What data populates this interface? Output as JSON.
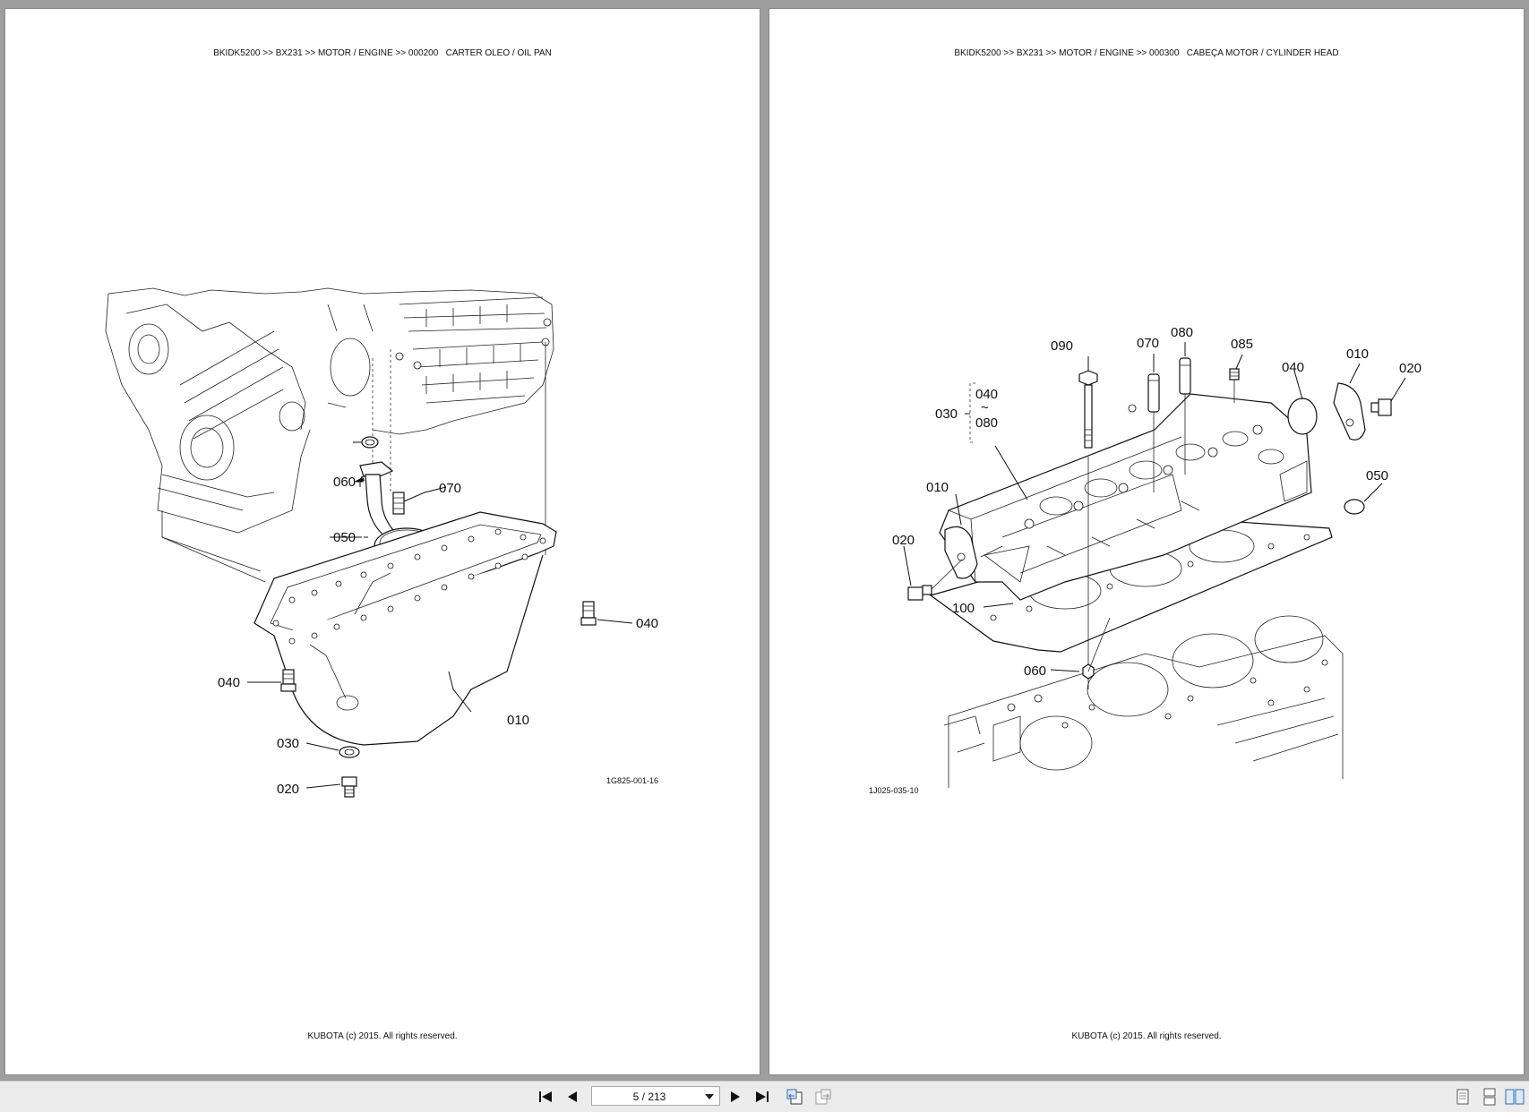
{
  "pages": [
    {
      "header": "BKIDK5200 >> BX231 >> MOTOR / ENGINE >> 000200   CARTER OLEO / OIL PAN",
      "footer": "KUBOTA (c) 2015. All rights reserved.",
      "figure_code": "1G825-001-16",
      "callouts": [
        "060",
        "070",
        "050",
        "040",
        "040",
        "010",
        "030",
        "020"
      ]
    },
    {
      "header": "BKIDK5200 >> BX231 >> MOTOR / ENGINE >> 000300   CABEÇA MOTOR / CYLINDER HEAD",
      "footer": "KUBOTA (c) 2015. All rights reserved.",
      "figure_code": "1J025-035-10",
      "callouts": [
        "090",
        "070",
        "080",
        "085",
        "040",
        "010",
        "020",
        "040",
        "~",
        "080",
        "030",
        "010",
        "050",
        "020",
        "100",
        "060"
      ]
    }
  ],
  "toolbar": {
    "first_icon": "first-page-icon",
    "prev_icon": "previous-page-icon",
    "page_value": "5 / 213",
    "next_icon": "next-page-icon",
    "last_icon": "last-page-icon",
    "back_icon": "previous-view-icon",
    "forward_icon": "next-view-icon",
    "single_page_icon": "single-page-view-icon",
    "continuous_icon": "continuous-view-icon",
    "facing_icon": "facing-pages-view-icon",
    "accent": "#2a6fb5"
  }
}
